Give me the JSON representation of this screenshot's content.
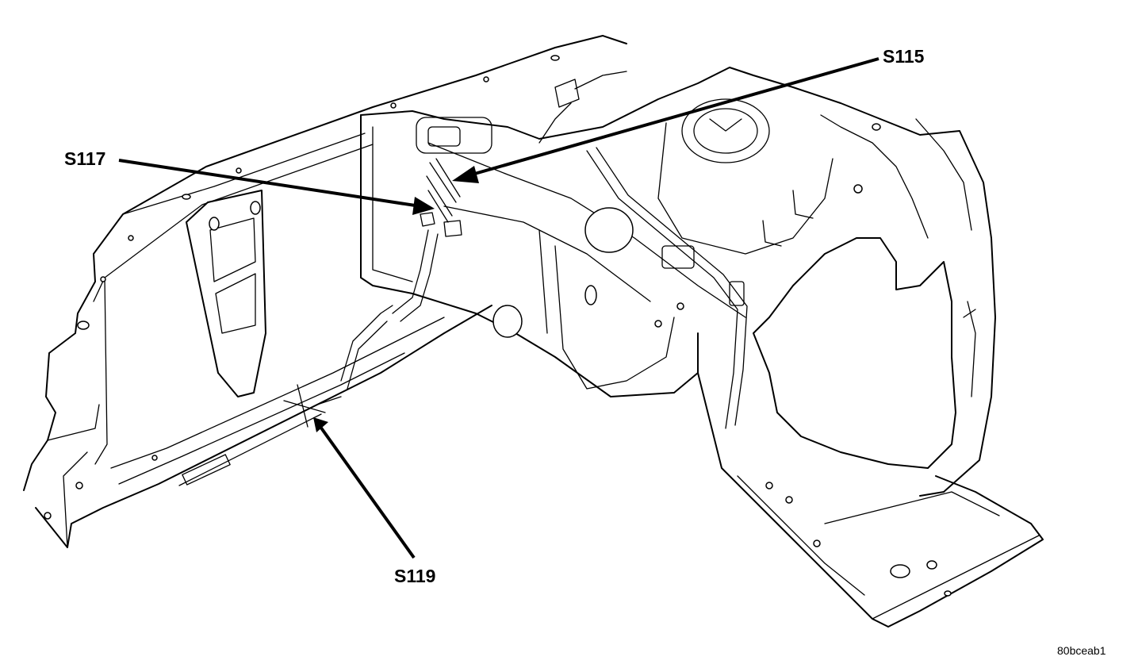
{
  "callouts": {
    "s115": "S115",
    "s117": "S117",
    "s119": "S119"
  },
  "figure_id": "80bceab1"
}
